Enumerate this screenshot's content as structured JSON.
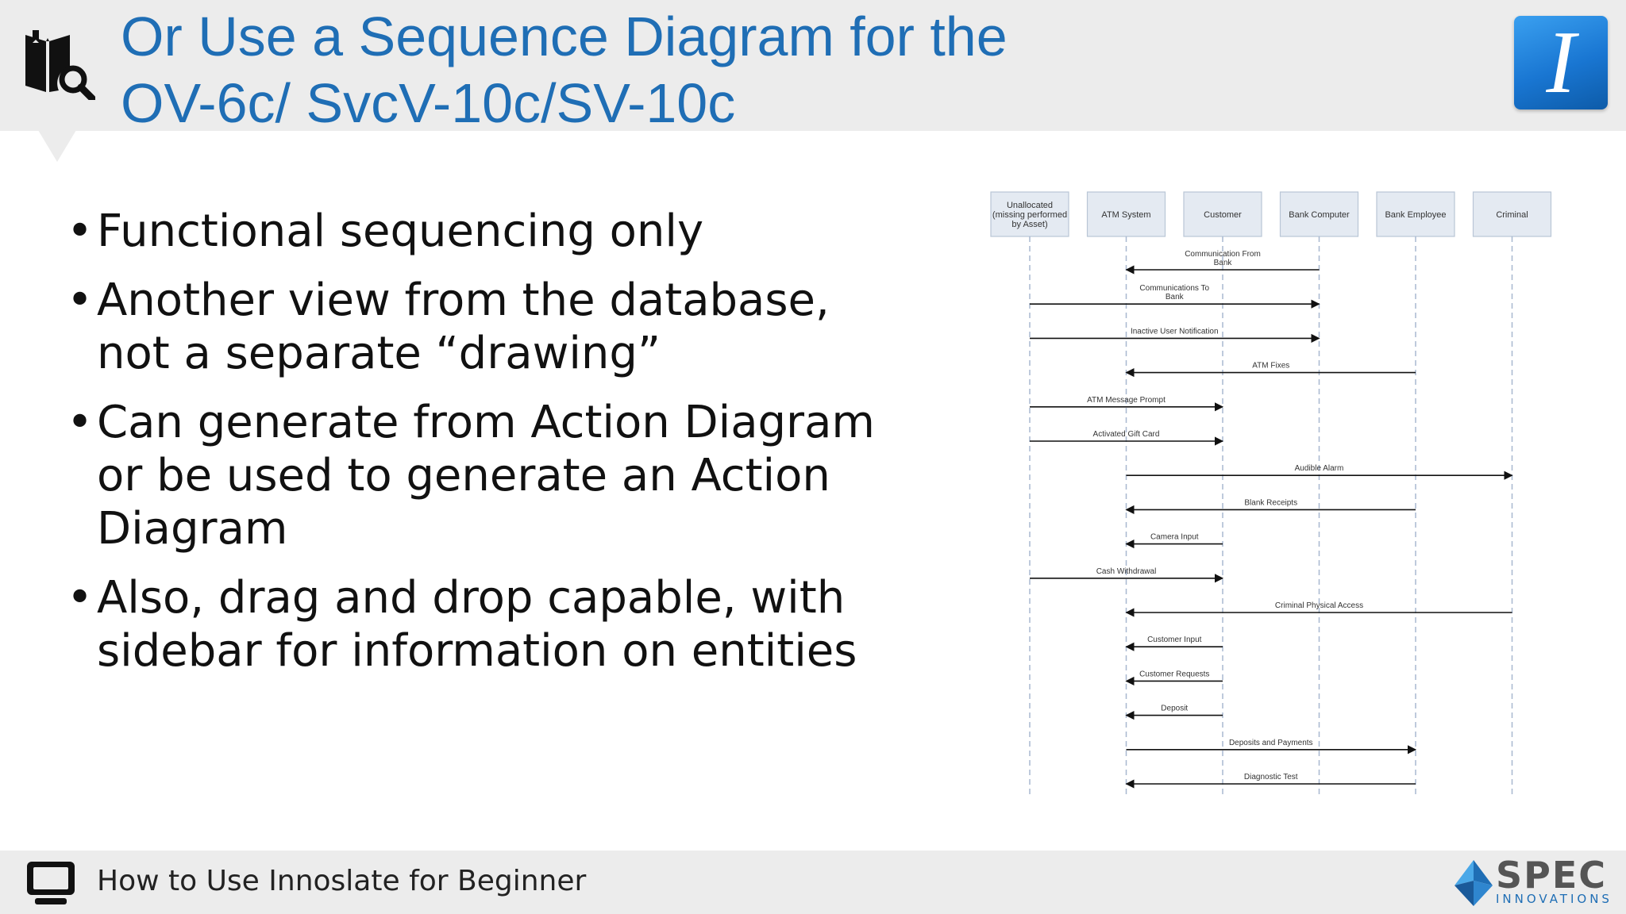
{
  "title": {
    "line1": "Or Use a Sequence Diagram for the",
    "line2": "OV-6c/ SvcV-10c/SV-10c"
  },
  "logo": {
    "letter": "I"
  },
  "bullets": [
    {
      "line1": "Functional sequencing only",
      "line2": "",
      "line3": ""
    },
    {
      "line1": "Another view from the database,",
      "line2": "not a separate “drawing”",
      "line3": ""
    },
    {
      "line1": "Can generate from Action Diagram",
      "line2": "or be used to generate an Action",
      "line3": "Diagram"
    },
    {
      "line1": "Also, drag and drop capable, with",
      "line2": "sidebar for information on entities",
      "line3": ""
    }
  ],
  "bullet_glyph": "•",
  "diagram": {
    "lifelines": [
      [
        "Unallocated",
        "(missing performed",
        "by Asset)"
      ],
      [
        "ATM System"
      ],
      [
        "Customer"
      ],
      [
        "Bank Computer"
      ],
      [
        "Bank Employee"
      ],
      [
        "Criminal"
      ]
    ],
    "messages": [
      {
        "label": [
          "Communication From",
          "Bank"
        ],
        "from": 3,
        "to": 1
      },
      {
        "label": [
          "Communications To",
          "Bank"
        ],
        "from": 0,
        "to": 3
      },
      {
        "label": [
          "Inactive User Notification"
        ],
        "from": 0,
        "to": 3
      },
      {
        "label": [
          "ATM Fixes"
        ],
        "from": 4,
        "to": 1
      },
      {
        "label": [
          "ATM Message Prompt"
        ],
        "from": 0,
        "to": 2
      },
      {
        "label": [
          "Activated Gift Card"
        ],
        "from": 0,
        "to": 2
      },
      {
        "label": [
          "Audible Alarm"
        ],
        "from": 1,
        "to": 5
      },
      {
        "label": [
          "Blank Receipts"
        ],
        "from": 4,
        "to": 1
      },
      {
        "label": [
          "Camera Input"
        ],
        "from": 2,
        "to": 1
      },
      {
        "label": [
          "Cash Withdrawal"
        ],
        "from": 0,
        "to": 2
      },
      {
        "label": [
          "Criminal Physical Access"
        ],
        "from": 5,
        "to": 1
      },
      {
        "label": [
          "Customer Input"
        ],
        "from": 2,
        "to": 1
      },
      {
        "label": [
          "Customer Requests"
        ],
        "from": 2,
        "to": 1
      },
      {
        "label": [
          "Deposit"
        ],
        "from": 2,
        "to": 1
      },
      {
        "label": [
          "Deposits and Payments"
        ],
        "from": 1,
        "to": 4
      },
      {
        "label": [
          "Diagnostic Test"
        ],
        "from": 4,
        "to": 1
      }
    ]
  },
  "footer": {
    "text": "How to Use Innoslate for Beginner",
    "brand": "SPEC",
    "brand_sub": "INNOVATIONS"
  }
}
